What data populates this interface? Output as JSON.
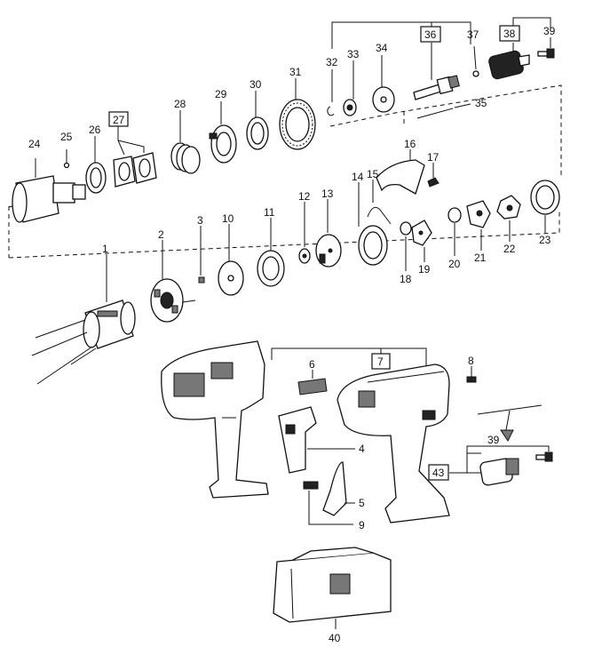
{
  "labels": {
    "l1": "1",
    "l2": "2",
    "l3": "3",
    "l4": "4",
    "l5": "5",
    "l6": "6",
    "l7": "7",
    "l8": "8",
    "l9": "9",
    "l10": "10",
    "l11": "11",
    "l12": "12",
    "l13": "13",
    "l14": "14",
    "l15": "15",
    "l16": "16",
    "l17": "17",
    "l18": "18",
    "l19": "19",
    "l20": "20",
    "l21": "21",
    "l22": "22",
    "l23": "23",
    "l24": "24",
    "l25": "25",
    "l26": "26",
    "l27": "27",
    "l28": "28",
    "l29": "29",
    "l30": "30",
    "l31": "31",
    "l32": "32",
    "l33": "33",
    "l34": "34",
    "l35": "35",
    "l36": "36",
    "l37": "37",
    "l38": "38",
    "l39": "39",
    "l39b": "39",
    "l40": "40",
    "l43": "43"
  }
}
